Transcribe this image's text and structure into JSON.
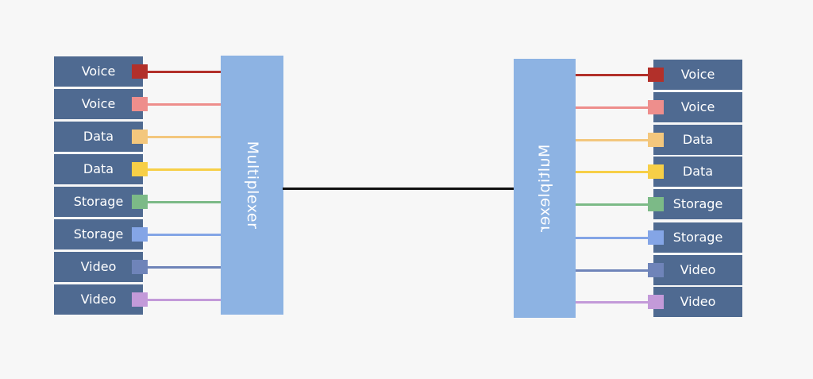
{
  "multiplexer_left": {
    "label": "Multiplexer"
  },
  "multiplexer_right": {
    "label": "Multiplexer"
  },
  "channels": [
    {
      "label": "Voice",
      "color": "#b2302a"
    },
    {
      "label": "Voice",
      "color": "#ee8e8c"
    },
    {
      "label": "Data",
      "color": "#f3c77d"
    },
    {
      "label": "Data",
      "color": "#f7cf47"
    },
    {
      "label": "Storage",
      "color": "#7cba87"
    },
    {
      "label": "Storage",
      "color": "#84a5e6"
    },
    {
      "label": "Video",
      "color": "#6f84b9"
    },
    {
      "label": "Video",
      "color": "#c39ad9"
    }
  ],
  "colors": {
    "background": "#f7f7f7",
    "channel_box": "#4f6a91",
    "multiplexer": "#8db3e3",
    "trunk_line": "#111111"
  }
}
